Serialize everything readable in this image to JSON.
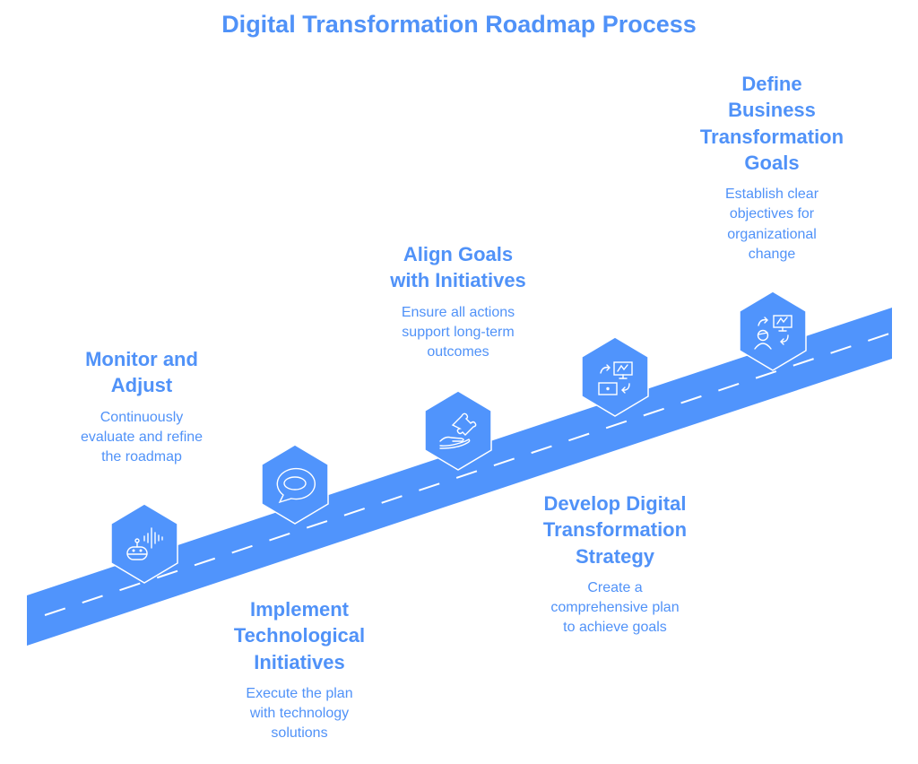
{
  "title": "Digital Transformation Roadmap Process",
  "colors": {
    "accent": "#5094FC",
    "text": "#5092F8",
    "icon_stroke": "#FFFFFF"
  },
  "steps": [
    {
      "id": "monitor",
      "icon": "robot-voice-icon",
      "title": [
        "Monitor and",
        "Adjust"
      ],
      "desc": [
        "Continuously",
        "evaluate and refine",
        "the roadmap"
      ]
    },
    {
      "id": "implement",
      "icon": "speech-bubble-icon",
      "title": [
        "Implement",
        "Technological",
        "Initiatives"
      ],
      "desc": [
        "Execute the plan",
        "with technology",
        "solutions"
      ]
    },
    {
      "id": "align",
      "icon": "hand-puzzle-icon",
      "title": [
        "Align Goals",
        "with Initiatives"
      ],
      "desc": [
        "Ensure all actions",
        "support long-term",
        "outcomes"
      ]
    },
    {
      "id": "develop",
      "icon": "strategy-monitor-icon",
      "title": [
        "Develop Digital",
        "Transformation",
        "Strategy"
      ],
      "desc": [
        "Create a",
        "comprehensive plan",
        "to achieve goals"
      ]
    },
    {
      "id": "define",
      "icon": "person-monitor-icon",
      "title": [
        "Define",
        "Business",
        "Transformation",
        "Goals"
      ],
      "desc": [
        "Establish clear",
        "objectives for",
        "organizational",
        "change"
      ]
    }
  ]
}
